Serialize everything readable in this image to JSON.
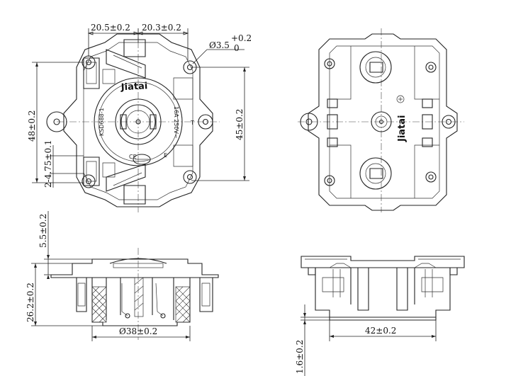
{
  "brand": {
    "logo_text": "Jiatai",
    "model_text": "KSD688-1",
    "rating_text": "16A 250V~",
    "mark_ce": "CE",
    "mark_t": "T",
    "mark_e": "E"
  },
  "dimensions": {
    "top_left_pitch": "20.5±0.2",
    "top_right_pitch": "20.3±0.2",
    "hole_dia_main": "Ø3.5",
    "hole_dia_tol_upper": "+0.2",
    "hole_dia_tol_lower": "0",
    "body_height_left": "48±0.2",
    "body_height_right": "45±0.2",
    "terminal_offset": "2-4.75±0.1",
    "side_top_height": "5.5±0.2",
    "side_total_height": "26.2±0.2",
    "side_base_dia": "Ø38±0.2",
    "front_width": "42±0.2",
    "front_bottom_height": "1.6±0.2"
  },
  "colors": {
    "line": "#222222",
    "background": "#ffffff"
  }
}
